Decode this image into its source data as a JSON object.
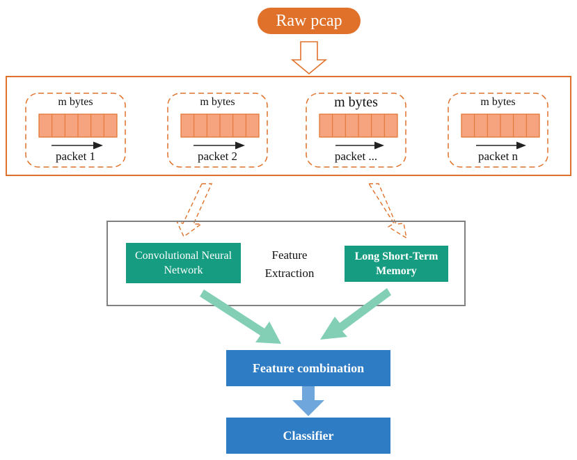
{
  "source": {
    "label": "Raw pcap"
  },
  "packets": [
    {
      "bytes_label": "m bytes",
      "name": "packet 1"
    },
    {
      "bytes_label": "m bytes",
      "name": "packet 2"
    },
    {
      "bytes_label": "m bytes",
      "name": "packet ..."
    },
    {
      "bytes_label": "m bytes",
      "name": "packet n"
    }
  ],
  "feature_extraction": {
    "label": "Feature Extraction",
    "cnn": "Convolutional Neural Network",
    "lstm": "Long Short-Term Memory"
  },
  "combination": {
    "label": "Feature combination"
  },
  "classifier": {
    "label": "Classifier"
  },
  "colors": {
    "orange": "#e0712b",
    "byte_cell": "#f6a380",
    "green": "#169c81",
    "mint_arrow": "#82cfb6",
    "blue": "#2e7cc4",
    "blue_arrow": "#6fa6dc",
    "frame_gray": "#808080"
  }
}
